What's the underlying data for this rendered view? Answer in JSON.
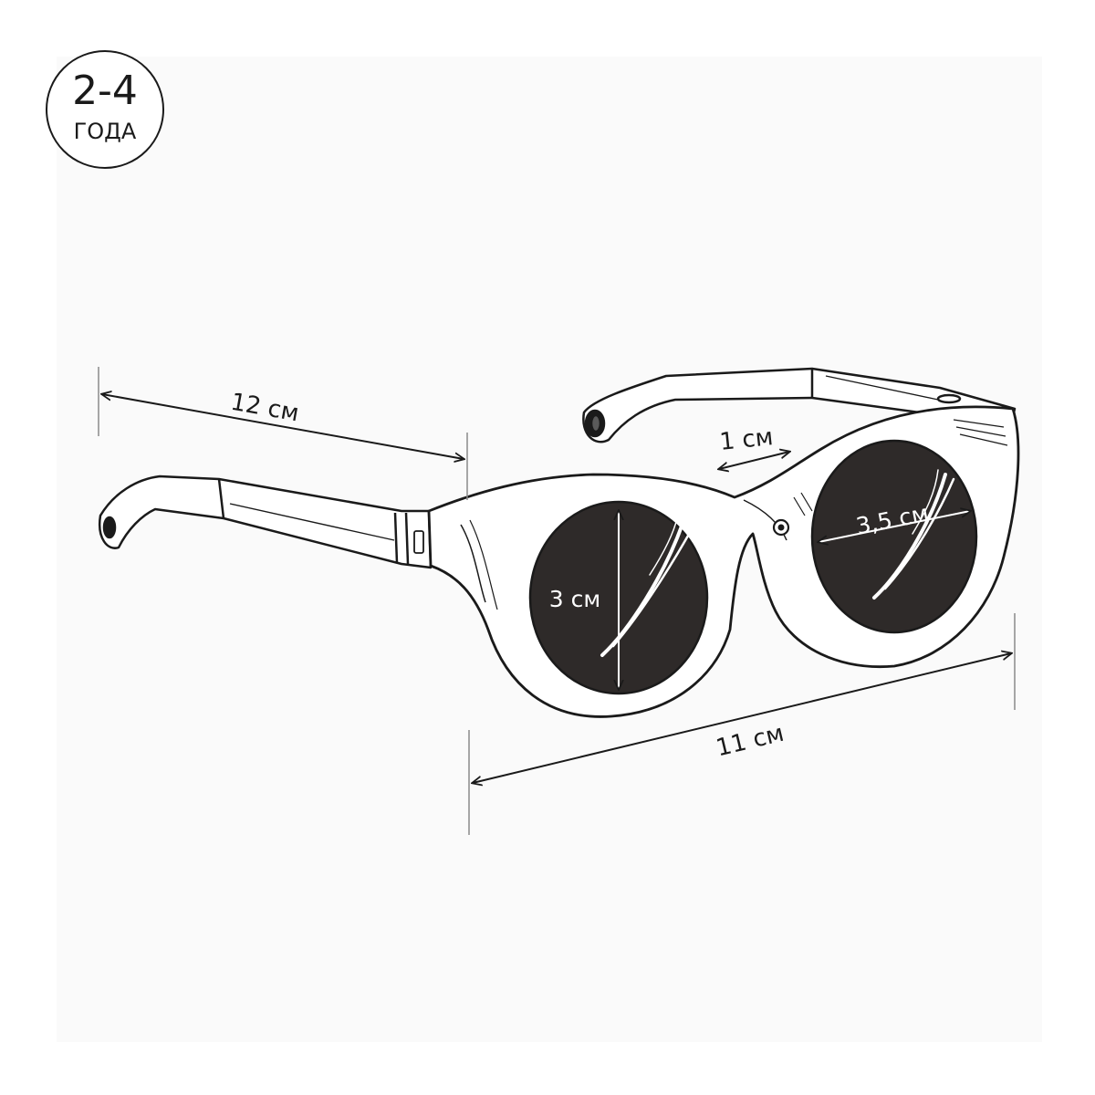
{
  "badge": {
    "range": "2-4",
    "unit": "ГОДА"
  },
  "dimensions": {
    "temple_length": "12 см",
    "bridge_width": "1 см",
    "lens_width": "3,5 см",
    "lens_height": "3 см",
    "frame_width": "11 см"
  },
  "colors": {
    "ink": "#1a1a1a",
    "lens": "#2e2a29",
    "background": "#ffffff",
    "panel": "#fafafa"
  }
}
